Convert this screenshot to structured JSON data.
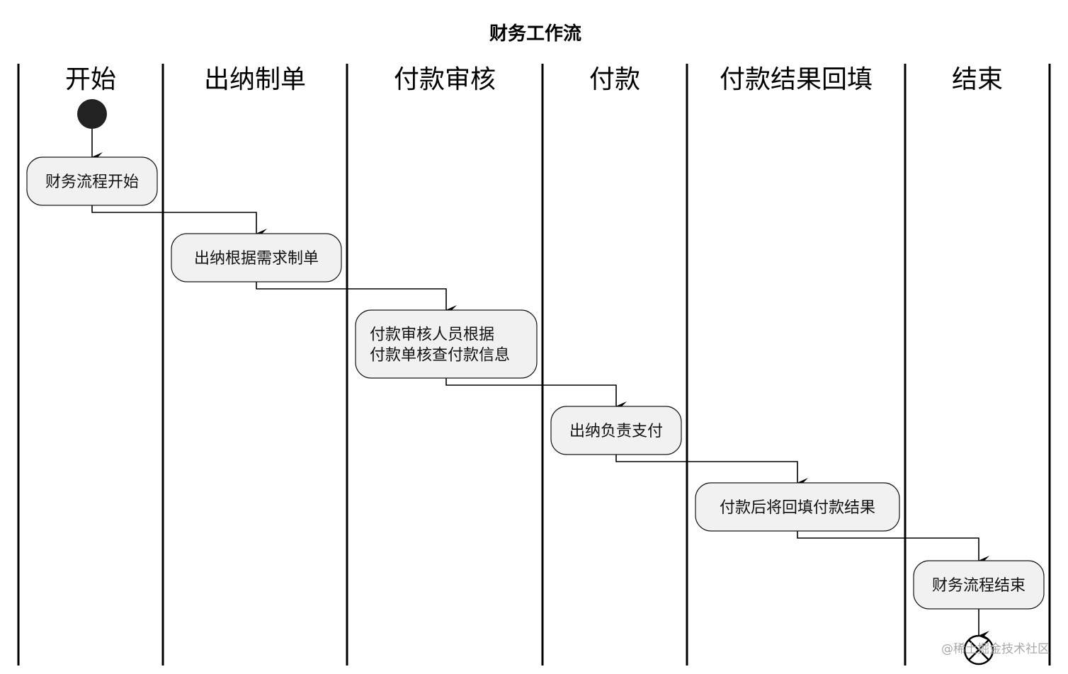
{
  "diagram": {
    "title": "财务工作流",
    "lanes": [
      {
        "id": "start",
        "label": "开始"
      },
      {
        "id": "cashier",
        "label": "出纳制单"
      },
      {
        "id": "review",
        "label": "付款审核"
      },
      {
        "id": "pay",
        "label": "付款"
      },
      {
        "id": "backfill",
        "label": "付款结果回填"
      },
      {
        "id": "end",
        "label": "结束"
      }
    ],
    "activities": [
      {
        "id": "act-1",
        "lane": "start",
        "lines": [
          "财务流程开始"
        ]
      },
      {
        "id": "act-2",
        "lane": "cashier",
        "lines": [
          "出纳根据需求制单"
        ]
      },
      {
        "id": "act-3",
        "lane": "review",
        "lines": [
          "付款审核人员根据",
          "付款单核查付款信息"
        ]
      },
      {
        "id": "act-4",
        "lane": "pay",
        "lines": [
          "出纳负责支付"
        ]
      },
      {
        "id": "act-5",
        "lane": "backfill",
        "lines": [
          "付款后将回填付款结果"
        ]
      },
      {
        "id": "act-6",
        "lane": "end",
        "lines": [
          "财务流程结束"
        ]
      }
    ],
    "flow": [
      "start-node",
      "act-1",
      "act-2",
      "act-3",
      "act-4",
      "act-5",
      "act-6",
      "end-node"
    ]
  },
  "watermark": "@稀土掘金技术社区",
  "colors": {
    "line": "#000000",
    "activity_fill": "#f1f1f1",
    "activity_stroke": "#181818",
    "start_node": "#222222"
  }
}
